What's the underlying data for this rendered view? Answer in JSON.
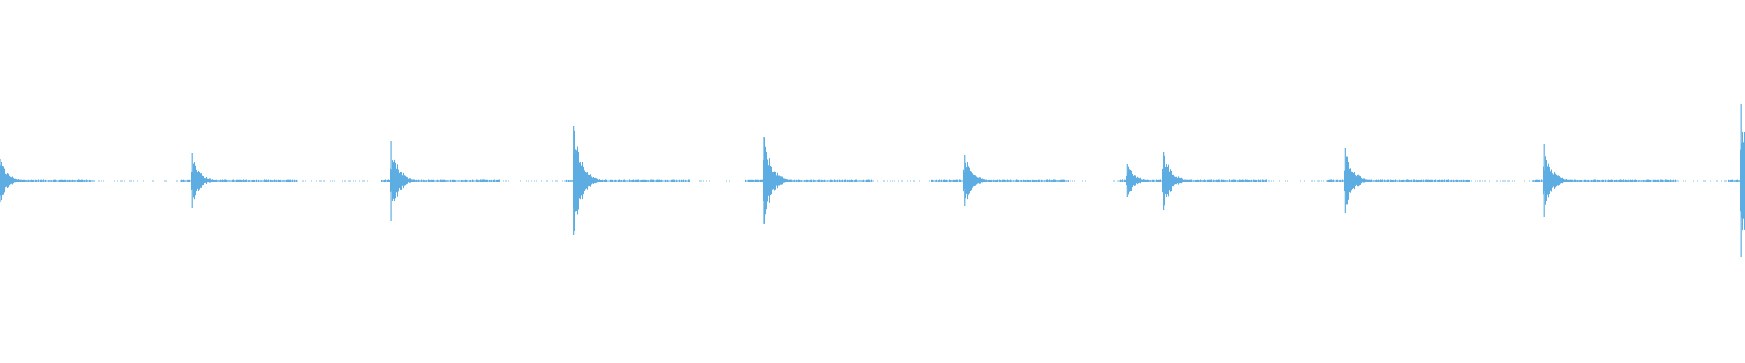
{
  "waveform": {
    "color": "#5dade2",
    "duration_fraction": 1.0,
    "transients": [
      {
        "t": 0.0,
        "amp": 0.06
      },
      {
        "t": 0.11,
        "amp": 0.075
      },
      {
        "t": 0.224,
        "amp": 0.11
      },
      {
        "t": 0.329,
        "amp": 0.15
      },
      {
        "t": 0.438,
        "amp": 0.12
      },
      {
        "t": 0.553,
        "amp": 0.07
      },
      {
        "t": 0.646,
        "amp": 0.045
      },
      {
        "t": 0.667,
        "amp": 0.08
      },
      {
        "t": 0.771,
        "amp": 0.09
      },
      {
        "t": 0.885,
        "amp": 0.1
      },
      {
        "t": 0.998,
        "amp": 0.21
      }
    ],
    "gaps": [
      [
        0.054,
        0.103
      ],
      [
        0.17,
        0.218
      ],
      [
        0.286,
        0.324
      ],
      [
        0.395,
        0.427
      ],
      [
        0.5,
        0.533
      ],
      [
        0.612,
        0.641
      ],
      [
        0.726,
        0.76
      ],
      [
        0.842,
        0.878
      ],
      [
        0.96,
        0.99
      ]
    ]
  }
}
